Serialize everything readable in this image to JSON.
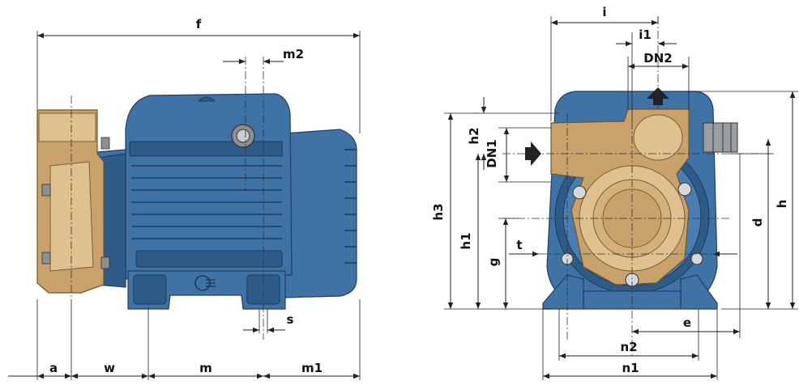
{
  "side_view": {
    "labels": {
      "f": "f",
      "m2": "m2",
      "s": "s",
      "a": "a",
      "w": "w",
      "m": "m",
      "m1": "m1"
    }
  },
  "front_view": {
    "labels": {
      "i": "i",
      "i1": "i1",
      "DN2": "DN2",
      "DN1": "DN1",
      "h2": "h2",
      "h3": "h3",
      "h1": "h1",
      "g": "g",
      "t": "t",
      "d": "d",
      "h": "h",
      "e": "e",
      "n2": "n2",
      "n1": "n1"
    }
  },
  "colors": {
    "motor_blue": "#3f73a6",
    "brass": "#c9a16a"
  }
}
